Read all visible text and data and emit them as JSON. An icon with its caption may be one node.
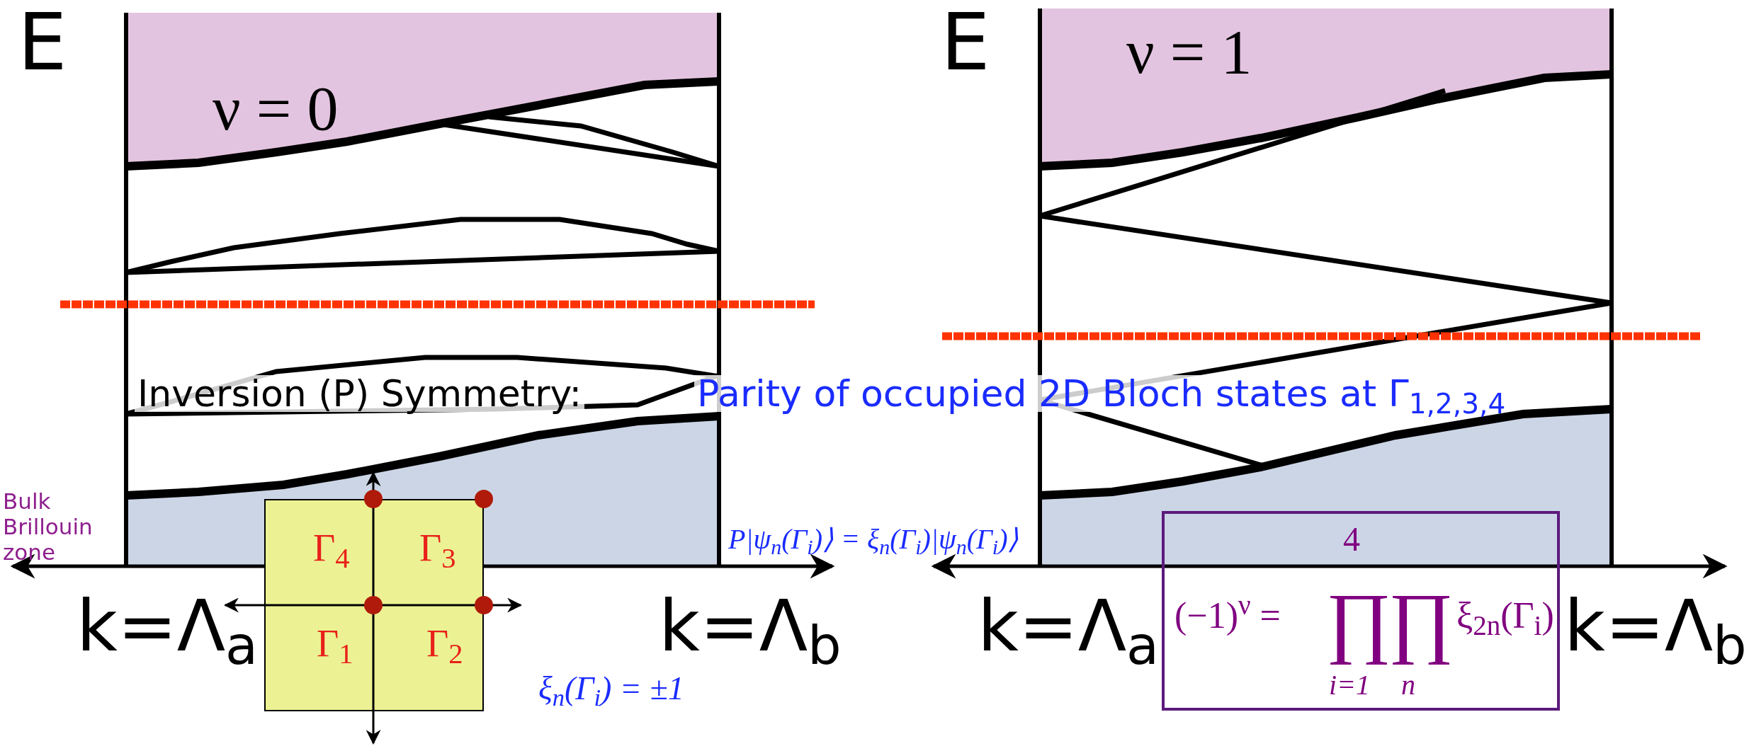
{
  "diagram": {
    "nodes": [
      {
        "text": [
          "Γ$_{4}$",
          "Γ$_{3}$",
          "Γ$_{1}$",
          "Γ$_{2}$"
        ]
      },
      {
        "text": [
          "4",
          "(−1)$^{ν}$ =",
          "∏",
          "∏",
          "i=1",
          "n",
          "ξ$_{2n}$(Γ$_{i}$)"
        ]
      }
    ],
    "edges": [],
    "labels": [
      "E",
      "E",
      "ν = 0",
      "ν = 1",
      "Inversion (P) Symmetry:",
      "Parity of occupied 2D Bloch states at Γ$_{1,2,3,4}$",
      "Bulk Brillouin zone",
      "P|ψ$_{n}$(Γ$_{i}$)⟩ = ξ$_{n}$(Γ$_{i}$)|ψ$_{n}$(Γ$_{i}$)⟩",
      "k=Λ$_{a}$",
      "k=Λ$_{b}$",
      "ξ$_{n}$(Γ$_{i}$) = ±1",
      "k=Λ$_{a}$",
      "k=Λ$_{b}$"
    ]
  }
}
